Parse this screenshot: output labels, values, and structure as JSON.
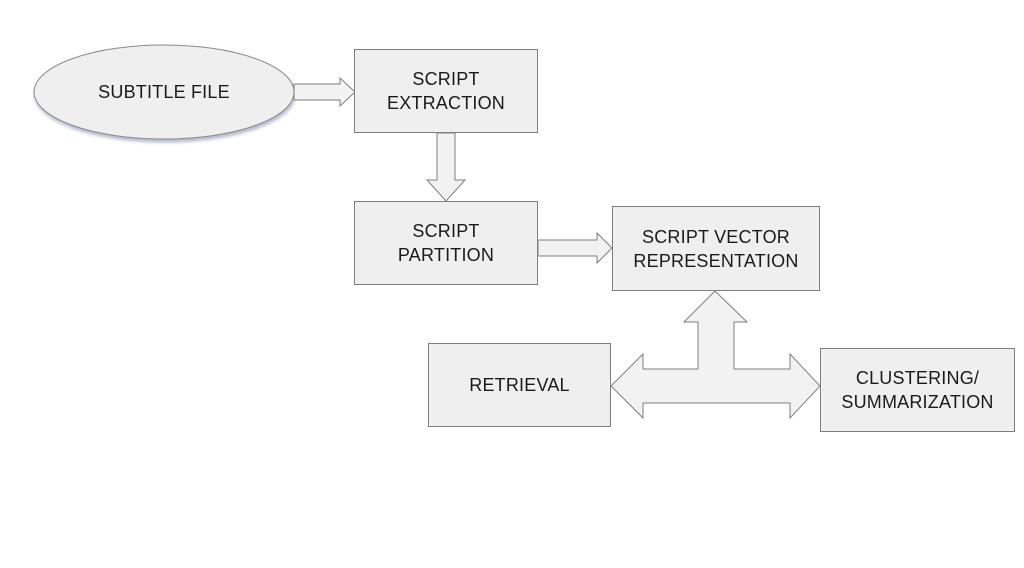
{
  "nodes": {
    "subtitle_file": {
      "label": "SUBTITLE FILE"
    },
    "script_extraction": {
      "lines": [
        "SCRIPT",
        "EXTRACTION"
      ]
    },
    "script_partition": {
      "lines": [
        "SCRIPT",
        "PARTITION"
      ]
    },
    "script_vector_representation": {
      "lines": [
        "SCRIPT VECTOR",
        "REPRESENTATION"
      ]
    },
    "retrieval": {
      "label": "RETRIEVAL"
    },
    "clustering_summarization": {
      "lines": [
        "CLUSTERING/",
        "SUMMARIZATION"
      ]
    }
  },
  "colors": {
    "box_fill": "#efefef",
    "box_border": "#7f7f7f",
    "arrow_fill": "#f2f2f2",
    "arrow_stroke": "#7f7f7f",
    "ellipse_shadow": "#a9b3c4"
  }
}
